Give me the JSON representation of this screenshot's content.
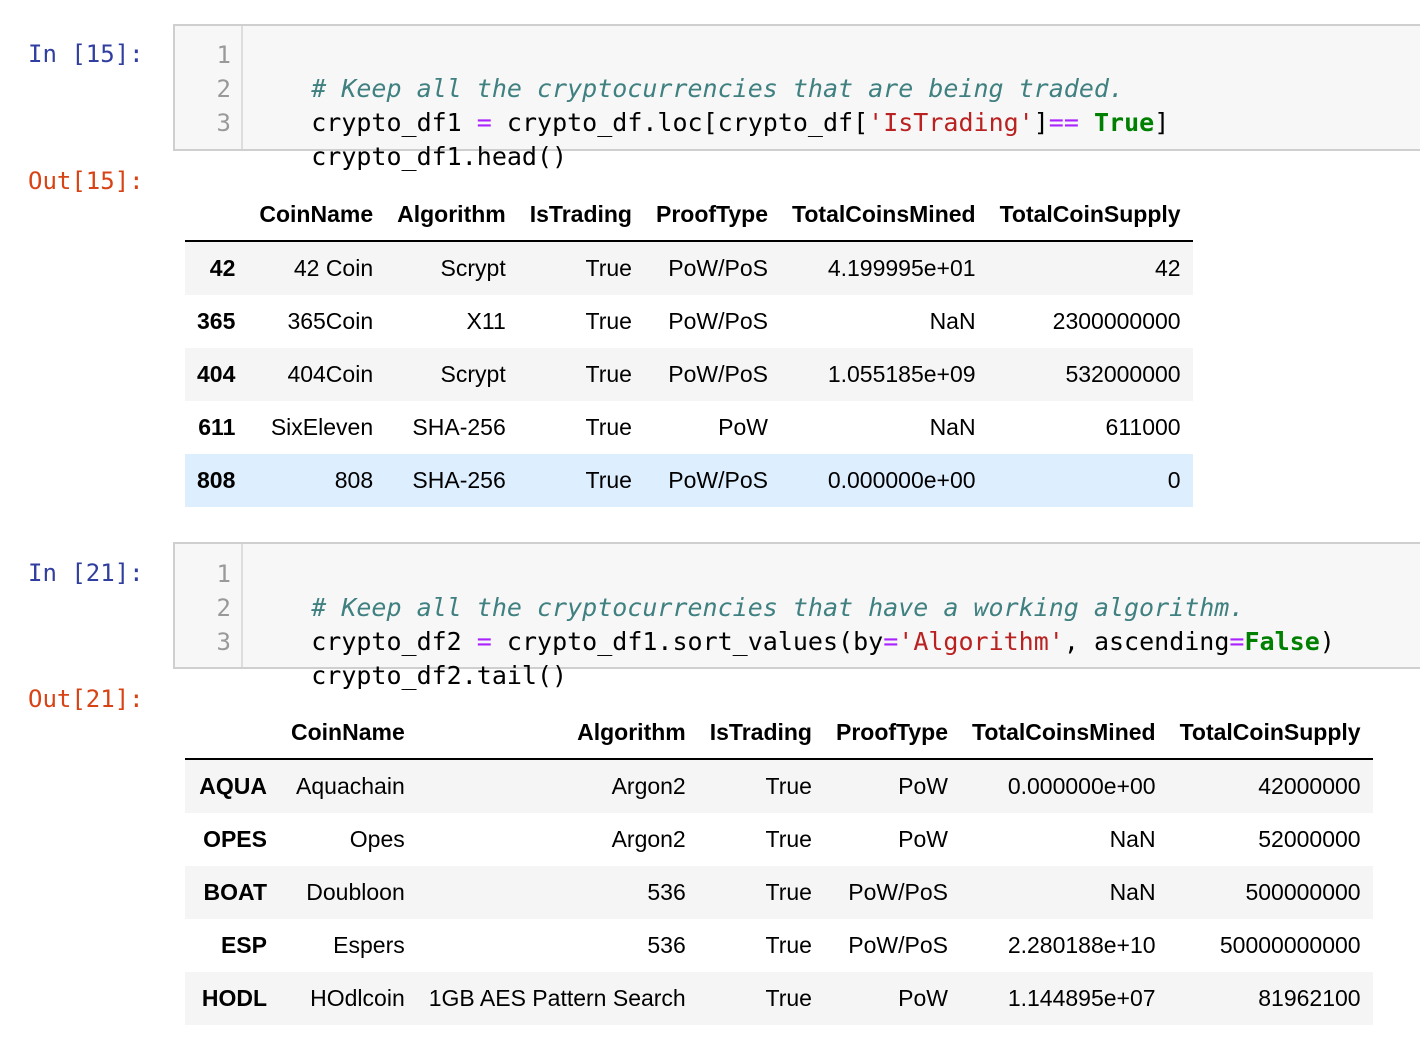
{
  "cell1": {
    "in_prompt": "In [15]:",
    "out_prompt": "Out[15]:",
    "line_numbers": [
      "1",
      "2",
      "3"
    ],
    "code": {
      "l1_comment": "# Keep all the cryptocurrencies that are being traded.",
      "l2_a": "crypto_df1 ",
      "l2_b": "=",
      "l2_c": " crypto_df.loc[crypto_df[",
      "l2_d": "'IsTrading'",
      "l2_e": "]",
      "l2_f": "==",
      "l2_g": " ",
      "l2_h": "True",
      "l2_i": "]",
      "l3": "crypto_df1.head()"
    },
    "table": {
      "columns": [
        "",
        "CoinName",
        "Algorithm",
        "IsTrading",
        "ProofType",
        "TotalCoinsMined",
        "TotalCoinSupply"
      ],
      "rows": [
        [
          "42",
          "42 Coin",
          "Scrypt",
          "True",
          "PoW/PoS",
          "4.199995e+01",
          "42"
        ],
        [
          "365",
          "365Coin",
          "X11",
          "True",
          "PoW/PoS",
          "NaN",
          "2300000000"
        ],
        [
          "404",
          "404Coin",
          "Scrypt",
          "True",
          "PoW/PoS",
          "1.055185e+09",
          "532000000"
        ],
        [
          "611",
          "SixEleven",
          "SHA-256",
          "True",
          "PoW",
          "NaN",
          "611000"
        ],
        [
          "808",
          "808",
          "SHA-256",
          "True",
          "PoW/PoS",
          "0.000000e+00",
          "0"
        ]
      ]
    }
  },
  "cell2": {
    "in_prompt": "In [21]:",
    "out_prompt": "Out[21]:",
    "line_numbers": [
      "1",
      "2",
      "3"
    ],
    "code": {
      "l1_comment": "# Keep all the cryptocurrencies that have a working algorithm.",
      "l2_a": "crypto_df2 ",
      "l2_b": "=",
      "l2_c": " crypto_df1.sort_values(by",
      "l2_d": "=",
      "l2_e": "'Algorithm'",
      "l2_f": ", ascending",
      "l2_g": "=",
      "l2_h": "False",
      "l2_i": ")",
      "l3": "crypto_df2.tail()"
    },
    "table": {
      "columns": [
        "",
        "CoinName",
        "Algorithm",
        "IsTrading",
        "ProofType",
        "TotalCoinsMined",
        "TotalCoinSupply"
      ],
      "rows": [
        [
          "AQUA",
          "Aquachain",
          "Argon2",
          "True",
          "PoW",
          "0.000000e+00",
          "42000000"
        ],
        [
          "OPES",
          "Opes",
          "Argon2",
          "True",
          "PoW",
          "NaN",
          "52000000"
        ],
        [
          "BOAT",
          "Doubloon",
          "536",
          "True",
          "PoW/PoS",
          "NaN",
          "500000000"
        ],
        [
          "ESP",
          "Espers",
          "536",
          "True",
          "PoW/PoS",
          "2.280188e+10",
          "50000000000"
        ],
        [
          "HODL",
          "HOdlcoin",
          "1GB AES Pattern Search",
          "True",
          "PoW",
          "1.144895e+07",
          "81962100"
        ]
      ]
    }
  }
}
